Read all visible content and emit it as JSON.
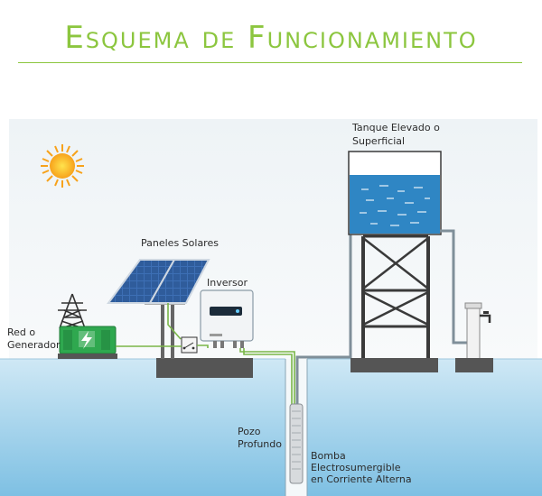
{
  "title": "Esquema de Funcionamiento",
  "labels": {
    "tank": [
      "Tanque Elevado o",
      "Superficial"
    ],
    "panels": "Paneles Solares",
    "inverter": "Inversor",
    "grid": [
      "Red o",
      "Generador"
    ],
    "well": [
      "Pozo",
      "Profundo"
    ],
    "pump": [
      "Bomba",
      "Electrosumergible",
      "en Corriente Alterna"
    ]
  },
  "colors": {
    "title": "#8cc63f",
    "water": "#8fc6e4",
    "ground": "#b7dbee",
    "cable": "#7ab648",
    "pipe": "#7f8f99",
    "generator": "#2fa84f",
    "panel": "#2e5e9e"
  }
}
